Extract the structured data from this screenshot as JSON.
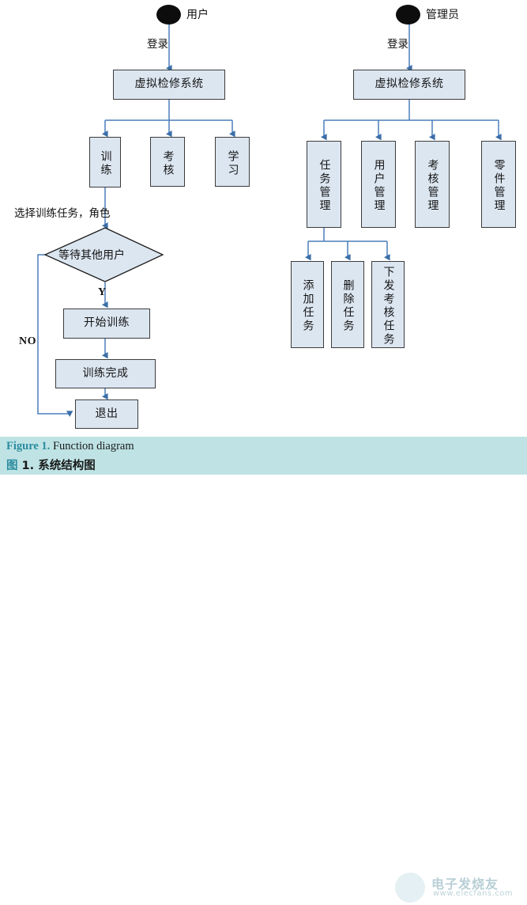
{
  "figure": {
    "caption_en_prefix": "Figure 1.",
    "caption_en_text": " Function diagram",
    "caption_zh_prefix": "图",
    "caption_zh_text": " 1. 系统结构图",
    "band_color": "#bfe3e5",
    "accent_color": "#2a8c9e"
  },
  "style": {
    "node_fill": "#dce6f1",
    "node_border": "#3c3c3c",
    "connector_color": "#4a7ebb",
    "actor_color": "#0d0d0d"
  },
  "watermark": {
    "brand": "电子发烧友",
    "url": "www.elecfans.com"
  },
  "user_branch": {
    "actor_label": "用户",
    "login_label": "登录",
    "system_node": "虚拟检修系统",
    "children": [
      {
        "label": "训练"
      },
      {
        "label": "考核"
      },
      {
        "label": "学习"
      }
    ],
    "select_task_label": "选择训练任务，角色",
    "decision_label": "等待其他用户",
    "yes_label": "Y",
    "no_label": "NO",
    "steps": [
      {
        "label": "开始训练"
      },
      {
        "label": "训练完成"
      },
      {
        "label": "退出"
      }
    ]
  },
  "admin_branch": {
    "actor_label": "管理员",
    "login_label": "登录",
    "system_node": "虚拟检修系统",
    "children": [
      {
        "label": "任务管理"
      },
      {
        "label": "用户管理"
      },
      {
        "label": "考核管理"
      },
      {
        "label": "零件管理"
      }
    ],
    "task_subnodes": [
      {
        "label": "添加任务"
      },
      {
        "label": "删除任务"
      },
      {
        "label": "下发考核任务"
      }
    ]
  }
}
